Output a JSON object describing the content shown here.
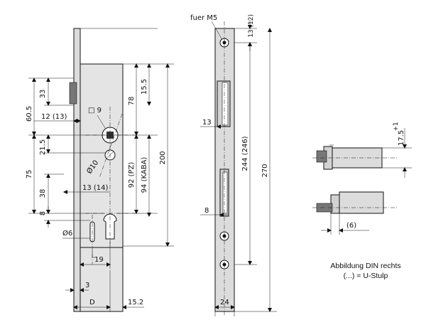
{
  "front_view": {
    "dim_33": "33",
    "dim_60_5": "60.5",
    "dim_12_13": "12 (13)",
    "dim_square_9": "□ 9",
    "dim_21_5": "21.5",
    "dim_75": "75",
    "dim_38": "38",
    "dim_13_14": "13 (14)",
    "dim_8": "8",
    "dim_phi6": "Ø6",
    "dim_phi10": "Ø10",
    "dim_19": "19",
    "dim_3": "3",
    "dim_D": "D",
    "dim_15_2": "15.2",
    "dim_78": "78",
    "dim_15_5": "15.5",
    "dim_92_pz": "92 (PZ)",
    "dim_94_kaba": "94 (KABA)",
    "dim_200": "200"
  },
  "faceplate_view": {
    "screw_label": "fuer M5",
    "dim_13_12": "13 (12)",
    "dim_13": "13",
    "dim_8": "8",
    "dim_244_246": "244 (246)",
    "dim_270": "270",
    "dim_24": "24"
  },
  "detail_views": {
    "dim_17_5": "17.5",
    "dim_17_5_tol": "+1",
    "dim_6": "(6)"
  },
  "caption": {
    "line1": "Abbildung DIN rechts",
    "line2": "(...) = U-Stulp"
  }
}
